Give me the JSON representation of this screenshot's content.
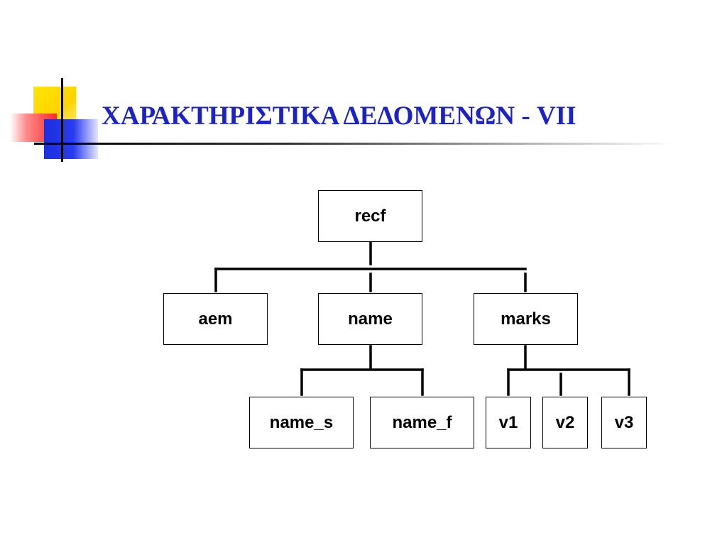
{
  "slide": {
    "title": "ΧΑΡΑΚΤΗΡΙΣΤΙΚΑ ΔΕΔΟΜΕΝΩΝ - VII"
  },
  "tree": {
    "root": "recf",
    "level1": [
      "aem",
      "name",
      "marks"
    ],
    "name_children": [
      "name_s",
      "name_f"
    ],
    "marks_children": [
      "v1",
      "v2",
      "v3"
    ]
  },
  "colors": {
    "title": "#1a22c8",
    "deco_yellow": "#ffd200",
    "deco_red": "#ff2a2a",
    "deco_blue": "#1a2fe0"
  }
}
